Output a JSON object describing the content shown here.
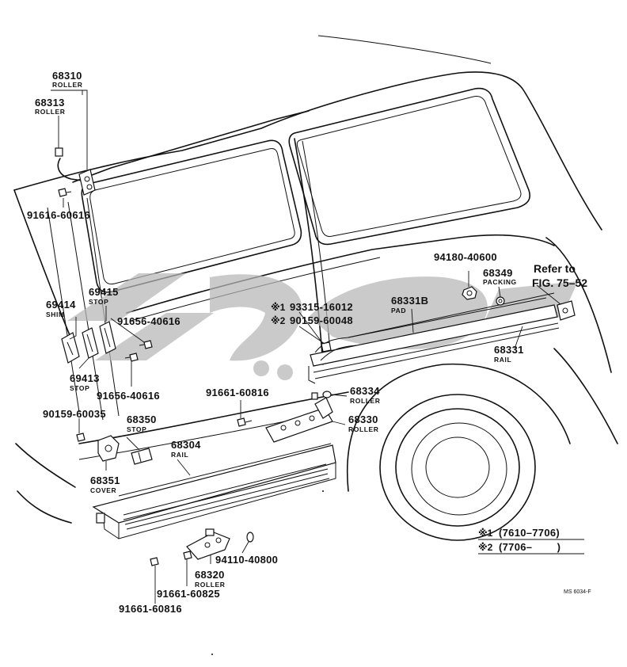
{
  "parts": [
    {
      "id": "p68310",
      "number": "68310",
      "name": "ROLLER"
    },
    {
      "id": "p68313",
      "number": "68313",
      "name": "ROLLER"
    },
    {
      "id": "p91616",
      "number": "91616-60616",
      "name": ""
    },
    {
      "id": "p69415",
      "number": "69415",
      "name": "STOP"
    },
    {
      "id": "p69414",
      "number": "69414",
      "name": "SHIM"
    },
    {
      "id": "p91656a",
      "number": "91656-40616",
      "name": ""
    },
    {
      "id": "p69413",
      "number": "69413",
      "name": "STOP"
    },
    {
      "id": "p91656b",
      "number": "91656-40616",
      "name": ""
    },
    {
      "id": "p90159a",
      "number": "90159-60035",
      "name": ""
    },
    {
      "id": "p68350",
      "number": "68350",
      "name": "STOP"
    },
    {
      "id": "p68304",
      "number": "68304",
      "name": "RAIL"
    },
    {
      "id": "p68351",
      "number": "68351",
      "name": "COVER"
    },
    {
      "id": "p93315",
      "number": "93315-16012",
      "name": "",
      "mark": "※1"
    },
    {
      "id": "p90159b",
      "number": "90159-60048",
      "name": "",
      "mark": "※2"
    },
    {
      "id": "p91661a",
      "number": "91661-60816",
      "name": ""
    },
    {
      "id": "p68334",
      "number": "68334",
      "name": "ROLLER"
    },
    {
      "id": "p68330",
      "number": "68330",
      "name": "ROLLER"
    },
    {
      "id": "p94180",
      "number": "94180-40600",
      "name": ""
    },
    {
      "id": "p68349",
      "number": "68349",
      "name": "PACKING"
    },
    {
      "id": "p68331B",
      "number": "68331B",
      "name": "PAD"
    },
    {
      "id": "p68331",
      "number": "68331",
      "name": "RAIL"
    },
    {
      "id": "p94110",
      "number": "94110-40800",
      "name": ""
    },
    {
      "id": "p68320",
      "number": "68320",
      "name": "ROLLER"
    },
    {
      "id": "p91661b",
      "number": "91661-60825",
      "name": ""
    },
    {
      "id": "p91661c",
      "number": "91661-60816",
      "name": ""
    }
  ],
  "reference": {
    "line1": "Refer to",
    "line2": "FIG. 75–52"
  },
  "legend": [
    {
      "mark": "※1",
      "range": "(7610–7706)"
    },
    {
      "mark": "※2",
      "range": "(7706–        )"
    }
  ],
  "code": "MS 6034-F",
  "colors": {
    "ink": "#111111",
    "watermark": "#b5b5b5",
    "background": "#ffffff"
  }
}
